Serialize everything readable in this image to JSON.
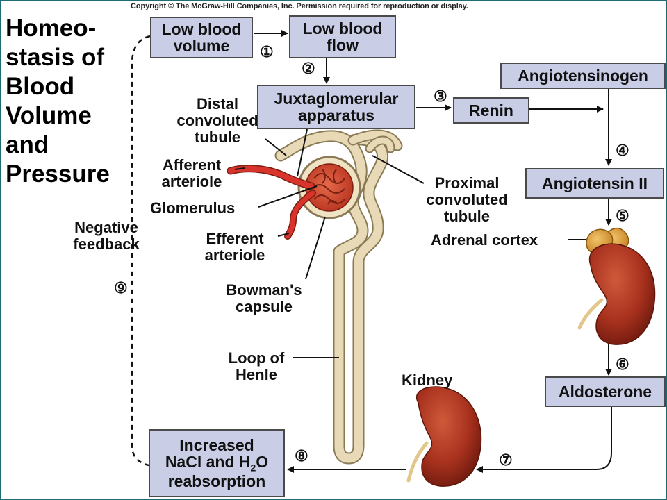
{
  "copyright": "Copyright © The McGraw-Hill Companies, Inc. Permission required for reproduction or display.",
  "title_lines": [
    "Homeo-",
    "stasis of",
    "Blood",
    "Volume",
    "and",
    "Pressure"
  ],
  "boxes": {
    "low_blood_volume": [
      "Low blood",
      "volume"
    ],
    "low_blood_flow": [
      "Low blood",
      "flow"
    ],
    "juxtaglomerular": [
      "Juxtaglomerular",
      "apparatus"
    ],
    "renin": "Renin",
    "angiotensinogen": "Angiotensinogen",
    "angiotensin_ii": "Angiotensin II",
    "aldosterone": "Aldosterone",
    "reabsorption": {
      "line1": "Increased",
      "line2_a": "NaCl and H",
      "line2_sub": "2",
      "line2_b": "O",
      "line3": "reabsorption"
    }
  },
  "labels": {
    "distal": [
      "Distal",
      "convoluted",
      "tubule"
    ],
    "afferent": [
      "Afferent",
      "arteriole"
    ],
    "glomerulus": "Glomerulus",
    "efferent": [
      "Efferent",
      "arteriole"
    ],
    "bowmans": [
      "Bowman's",
      "capsule"
    ],
    "loop": [
      "Loop of",
      "Henle"
    ],
    "proximal": [
      "Proximal",
      "convoluted",
      "tubule"
    ],
    "adrenal": "Adrenal cortex",
    "kidney": "Kidney",
    "negative_feedback": [
      "Negative",
      "feedback"
    ]
  },
  "steps": [
    "①",
    "②",
    "③",
    "④",
    "⑤",
    "⑥",
    "⑦",
    "⑧",
    "⑨"
  ],
  "colors": {
    "box_fill": "#c9cde6",
    "tubule": "#e3d3ad",
    "vessel": "#d9342b",
    "kidney": "#a8311e",
    "adrenal": "#d99a35",
    "frame": "#1d6b73"
  }
}
